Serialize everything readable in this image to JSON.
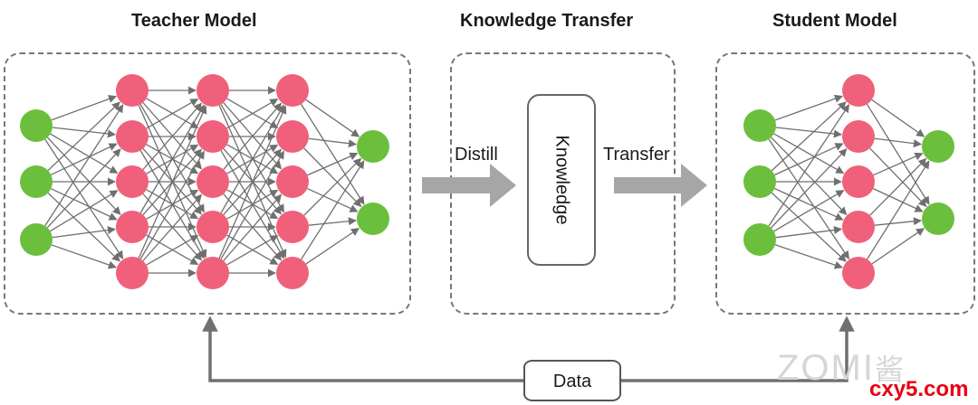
{
  "titles": {
    "teacher": "Teacher Model",
    "transfer": "Knowledge Transfer",
    "student": "Student Model"
  },
  "labels": {
    "distill": "Distill",
    "knowledge": "Knowledge",
    "transfer": "Transfer",
    "data": "Data"
  },
  "watermark": {
    "zomi": "ZOMI",
    "zomi_cn": "酱",
    "site": "cxy5.com"
  },
  "colors": {
    "input_node": "#6bbf3c",
    "hidden_node": "#f0607a",
    "edge": "#6f6f6f",
    "arrow_fill": "#a6a6a6",
    "box_border": "#777777",
    "watermark_red": "#e60012"
  }
}
